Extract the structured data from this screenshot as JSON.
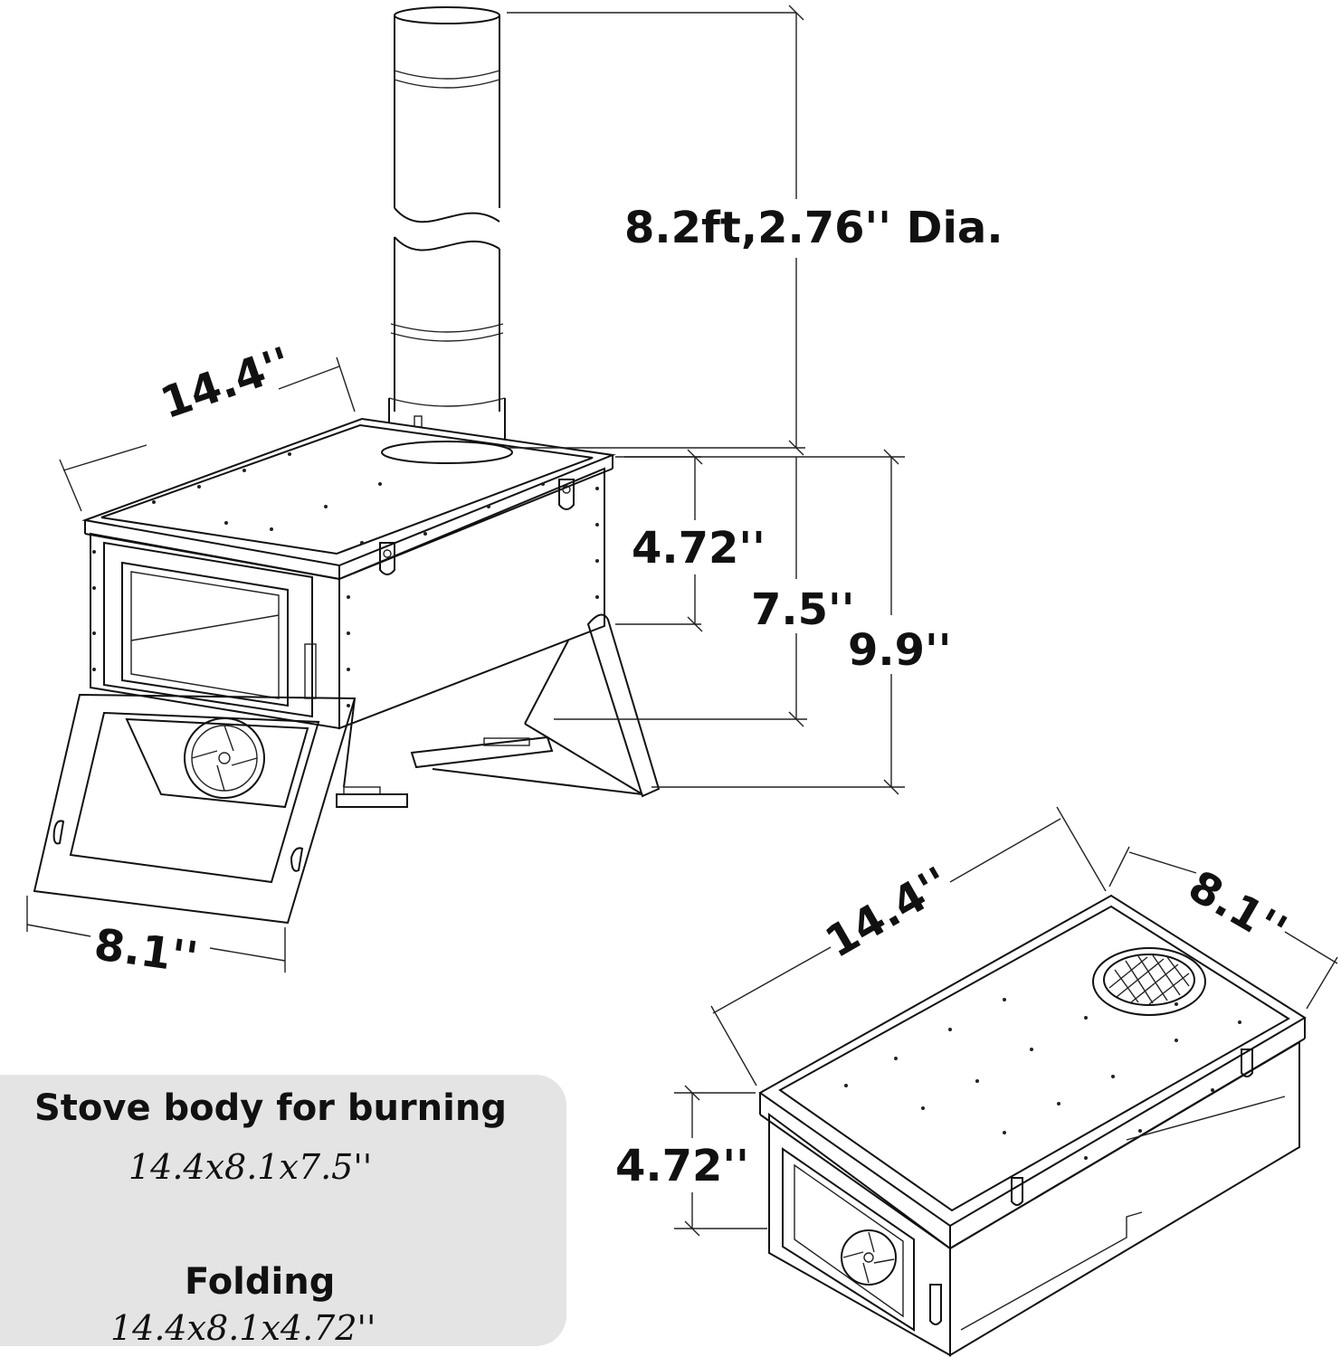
{
  "dimensions": {
    "chimney": "8.2ft,2.76'' Dia.",
    "stove_length": "14.4''",
    "stove_width": "8.1''",
    "box_height": "4.72''",
    "body_height": "7.5''",
    "total_height": "9.9''",
    "folded_length": "14.4''",
    "folded_width": "8.1''",
    "folded_height": "4.72''"
  },
  "info": {
    "burning_title": "Stove body for burning",
    "burning_dims": "14.4x8.1x7.5''",
    "folding_title": "Folding",
    "folding_dims": "14.4x8.1x4.72''"
  },
  "colors": {
    "line": "#111111",
    "panel": "#e4e4e4",
    "background": "#ffffff"
  }
}
